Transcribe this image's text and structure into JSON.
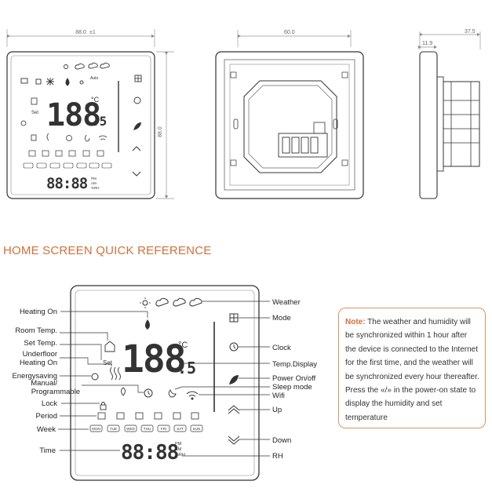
{
  "dimensions": {
    "front_width": "88.0",
    "front_height": "88.0",
    "back_width": "60.0",
    "side_depth": "37.5",
    "side_face": "11.9"
  },
  "section_title": "HOME SCREEN QUICK REFERENCE",
  "display": {
    "temp_digits": "188",
    "temp_decimal": ".5",
    "temp_unit": "°C",
    "time_digits": "88:88",
    "pm": "PM",
    "am": "AM",
    "rh": "%RH",
    "auto": "Auto",
    "set": "Set",
    "weekdays": [
      "MON",
      "TUE",
      "WED",
      "THU",
      "FRI",
      "SAT",
      "SUN"
    ]
  },
  "labels_left": {
    "heating_on": "Heating On",
    "room_temp": "Room Temp.",
    "set_temp": "Set  Temp.",
    "underfloor_1": "Underfloor",
    "underfloor_2": "Heating On",
    "energysaving": "Energysaving",
    "manual_1": "Manual/",
    "manual_2": "Programmable",
    "lock": "Lock",
    "period": "Period",
    "week": "Week",
    "time": "Time"
  },
  "labels_right": {
    "weather": "Weather",
    "mode": "Mode",
    "clock": "Clock",
    "temp_display": "Temp.Display",
    "power": "Power On/off",
    "sleep": "Sleep mode",
    "wifi": "Wifi",
    "up": "Up",
    "down": "Down",
    "rh": "RH"
  },
  "note": {
    "label": "Note:",
    "text_1": " The weather and humidity will be synchronized within 1 hour after the device is connected to the Internet for the first time, and the weather will be synchronized every hour thereafter. Press the ",
    "arrows": "«/»",
    "text_2": " in the power-on state to display the humidity and set temperature"
  },
  "colors": {
    "accent": "#d2703a",
    "line": "#333333",
    "dim": "#8a8a8a"
  }
}
